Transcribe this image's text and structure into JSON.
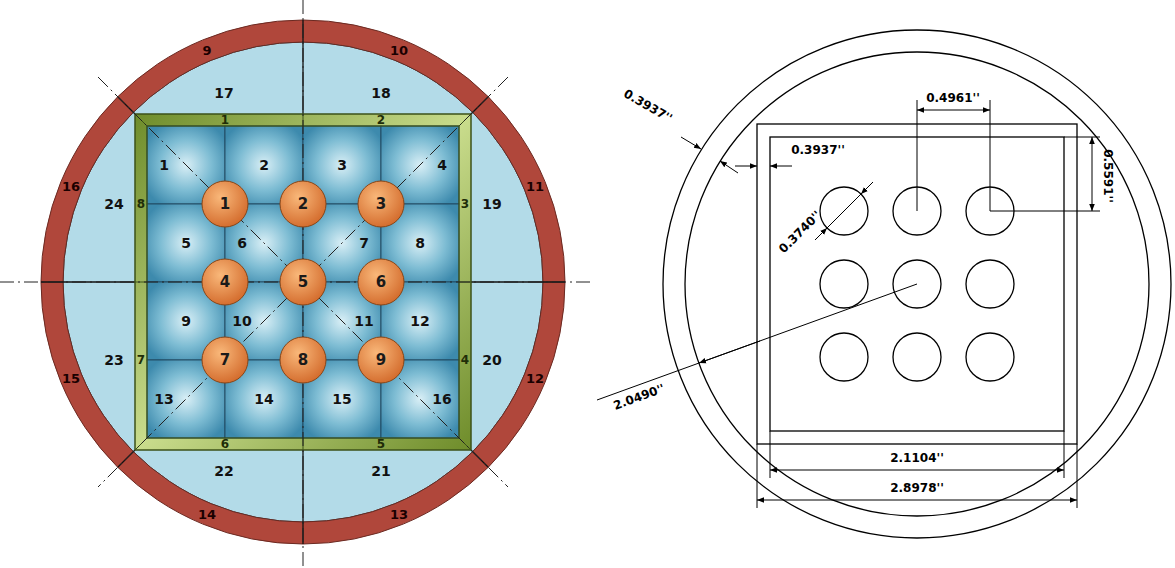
{
  "diagram": {
    "nodes": [
      {
        "text": [
          "1"
        ]
      },
      {
        "text": [
          "2"
        ]
      },
      {
        "text": [
          "3"
        ]
      },
      {
        "text": [
          "4"
        ]
      },
      {
        "text": [
          "5"
        ]
      },
      {
        "text": [
          "6"
        ]
      },
      {
        "text": [
          "7"
        ]
      },
      {
        "text": [
          "8"
        ]
      },
      {
        "text": [
          "9"
        ]
      }
    ],
    "labels": [
      "1",
      "2",
      "3",
      "4",
      "5",
      "6",
      "7",
      "8",
      "1",
      "2",
      "3",
      "4",
      "5",
      "6",
      "7",
      "8",
      "9",
      "10",
      "11",
      "12",
      "13",
      "14",
      "15",
      "16",
      "9",
      "10",
      "11",
      "12",
      "13",
      "14",
      "15",
      "16",
      "17",
      "18",
      "19",
      "20",
      "21",
      "22",
      "23",
      "24",
      "0.4961''",
      "0.3937''",
      "0.3937''",
      "0.5591''",
      "0.3740''",
      "2.0490''",
      "2.1104''",
      "2.8978''"
    ]
  }
}
